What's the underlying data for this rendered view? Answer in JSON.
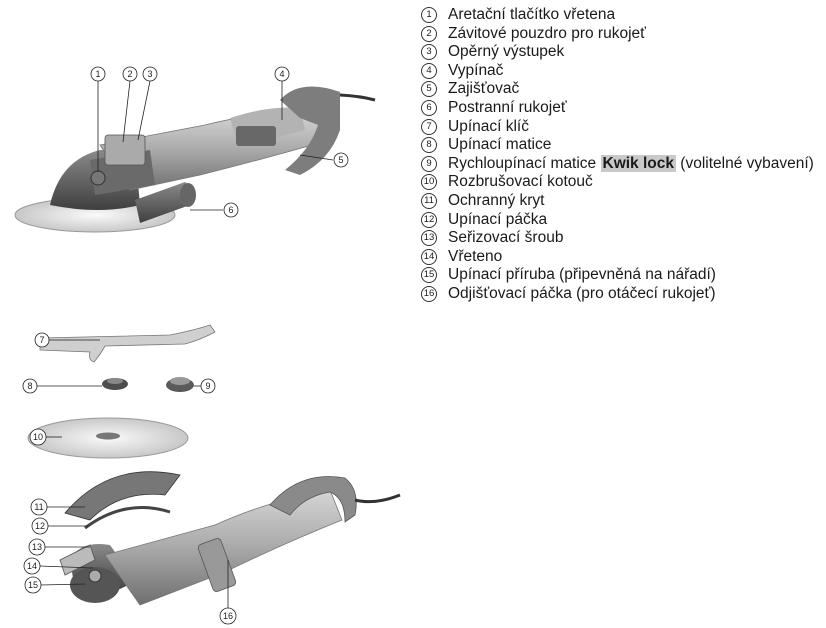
{
  "legend": [
    {
      "num": "1",
      "label": "Aretační tlačítko vřetena"
    },
    {
      "num": "2",
      "label": "Závitové pouzdro pro rukojeť"
    },
    {
      "num": "3",
      "label": "Opěrný výstupek"
    },
    {
      "num": "4",
      "label": "Vypínač"
    },
    {
      "num": "5",
      "label": "Zajišťovač"
    },
    {
      "num": "6",
      "label": "Postranní rukojeť"
    },
    {
      "num": "7",
      "label": "Upínací klíč"
    },
    {
      "num": "8",
      "label": "Upínací matice"
    },
    {
      "num": "9",
      "label": "Rychloupínací matice ",
      "highlight": "Kwik lock",
      "label_after": " (volitelné vybavení)"
    },
    {
      "num": "10",
      "label": "Rozbrušovací kotouč"
    },
    {
      "num": "11",
      "label": "Ochranný kryt"
    },
    {
      "num": "12",
      "label": "Upínací páčka"
    },
    {
      "num": "13",
      "label": "Seřizovací šroub"
    },
    {
      "num": "14",
      "label": "Vřeteno"
    },
    {
      "num": "15",
      "label": "Upínací příruba (připevněná na nářadí)"
    },
    {
      "num": "16",
      "label": "Odjišťovací páčka (pro otáčecí rukojeť)"
    }
  ],
  "callouts": {
    "c1": "1",
    "c2": "2",
    "c3": "3",
    "c4": "4",
    "c5": "5",
    "c6": "6",
    "c7": "7",
    "c8": "8",
    "c9": "9",
    "c10": "10",
    "c11": "11",
    "c12": "12",
    "c13": "13",
    "c14": "14",
    "c15": "15",
    "c16": "16"
  }
}
